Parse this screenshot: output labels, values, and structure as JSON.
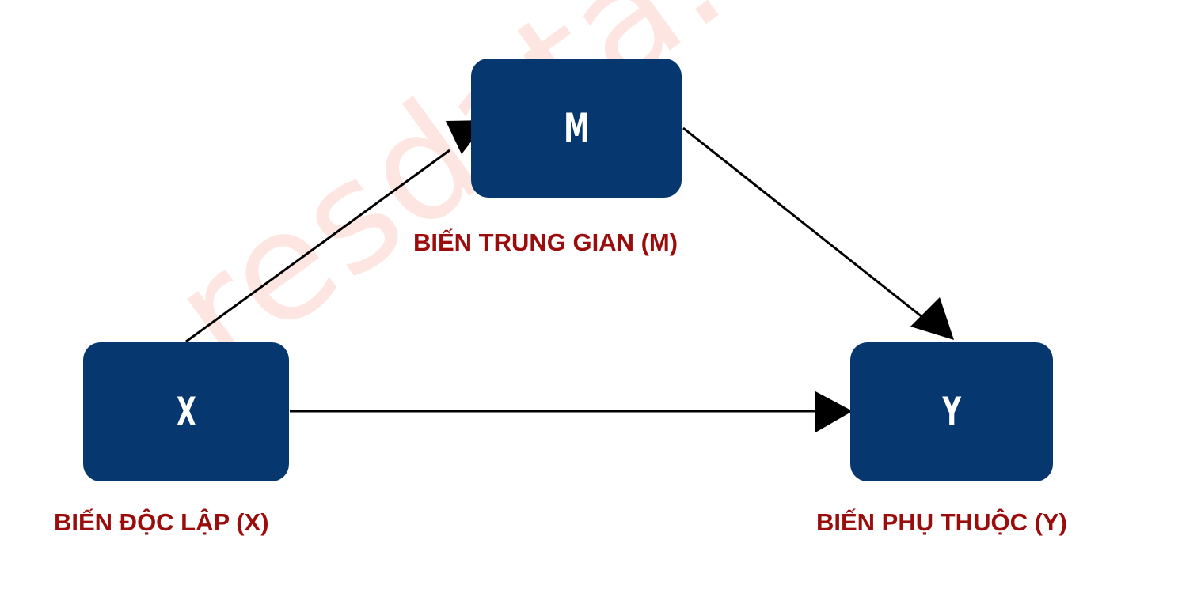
{
  "watermark": "resdata.com.vn",
  "nodes": {
    "mediator": {
      "letter": "M",
      "label": "BIẾN TRUNG GIAN (M)"
    },
    "independent": {
      "letter": "X",
      "label": "BIẾN ĐỘC LẬP (X)"
    },
    "dependent": {
      "letter": "Y",
      "label": "BIẾN PHỤ THUỘC (Y)"
    }
  },
  "edges": [
    {
      "from": "X",
      "to": "M"
    },
    {
      "from": "M",
      "to": "Y"
    },
    {
      "from": "X",
      "to": "Y"
    }
  ],
  "colors": {
    "box": "#06386f",
    "label": "#9b0c0c",
    "arrow": "#000000",
    "watermark": "#fde6e2"
  }
}
